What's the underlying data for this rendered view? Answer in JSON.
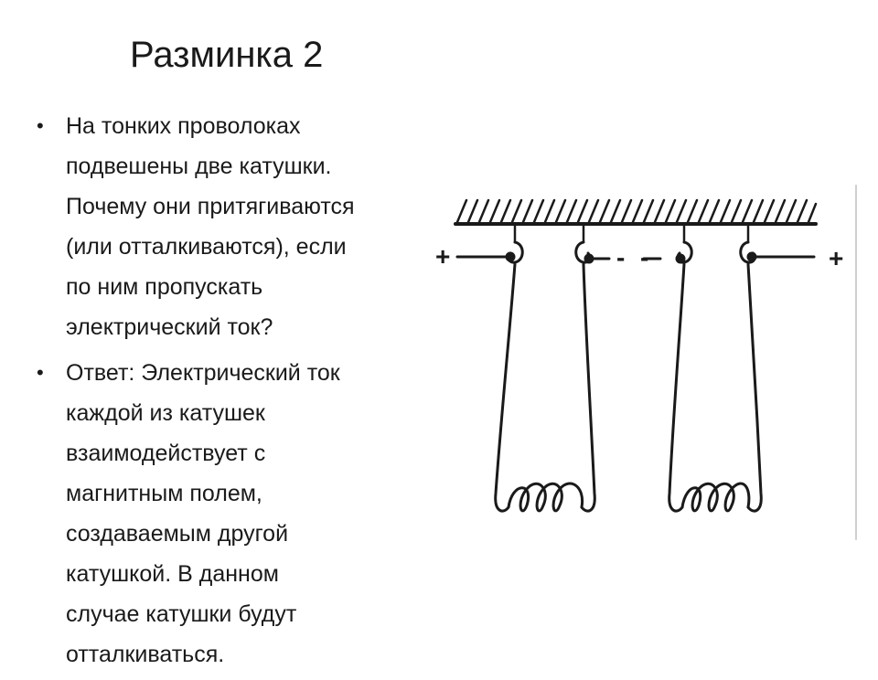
{
  "slide": {
    "title": "Разминка 2"
  },
  "bullets": [
    {
      "lines": [
        "На тонких проволоках",
        "подвешены две катушки.",
        "Почему они притягиваются",
        "(или отталкиваются), если",
        "по ним пропускать",
        "электрический ток?"
      ]
    },
    {
      "lines": [
        "Ответ: Электрический ток",
        "каждой из катушек",
        "взаимодействует с",
        "магнитным полем,",
        "создаваемым другой",
        "катушкой. В данном",
        "случае катушки будут",
        "отталкиваться."
      ]
    }
  ],
  "diagram": {
    "labels": {
      "left_terminal": "+",
      "left_inner": "-",
      "right_inner": "-",
      "right_terminal": "+"
    },
    "stroke_color": "#1a1a1a"
  }
}
